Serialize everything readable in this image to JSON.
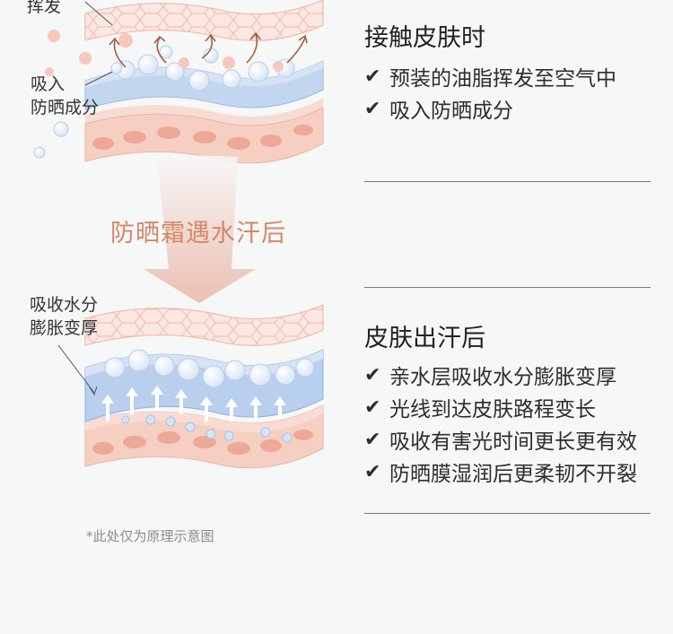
{
  "labels": {
    "volatilize": "挥发",
    "absorb_line1": "吸入",
    "absorb_line2": "防晒成分",
    "transition": "防晒霜遇水汗后",
    "swell_line1": "吸收水分",
    "swell_line2": "膨胀变厚"
  },
  "section1": {
    "title": "接触皮肤时",
    "bullets": [
      "预装的油脂挥发至空气中",
      "吸入防晒成分"
    ]
  },
  "section2": {
    "title": "皮肤出汗后",
    "bullets": [
      "亲水层吸收水分膨胀变厚",
      "光线到达皮肤路程变长",
      "吸收有害光时间更长更有效",
      "防晒膜湿润后更柔韧不开裂"
    ]
  },
  "check_symbol": "✔",
  "footnote": "*此处仅为原理示意图",
  "colors": {
    "skin": "#f6d2c6",
    "skin_dark": "#eab3a4",
    "film": "#bfd3ef",
    "film_dark": "#8fb1e0",
    "accent": "#d4876a"
  }
}
